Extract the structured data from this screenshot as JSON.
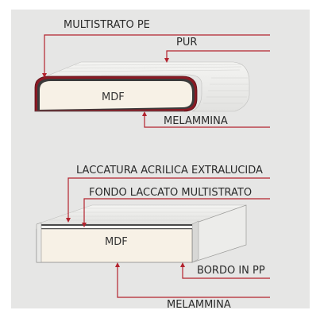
{
  "top_diagram": {
    "labels": {
      "multistrato_pe": "MULTISTRATO PE",
      "pur": "PUR",
      "mdf": "MDF",
      "melammina": "MELAMMINA"
    }
  },
  "bottom_diagram": {
    "labels": {
      "laccatura": "LACCATURA ACRILICA EXTRALUCIDA",
      "fondo": "FONDO LACCATO MULTISTRATO",
      "mdf": "MDF",
      "bordo": "BORDO IN PP",
      "melammina": "MELAMMINA"
    }
  },
  "colors": {
    "background": "#e6e6e5",
    "leader_line": "#b3232e",
    "panel_fill": "#f7f1e6",
    "panel_side": "#ececea"
  }
}
